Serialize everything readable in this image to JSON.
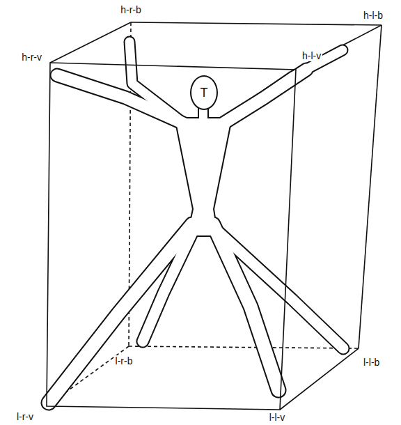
{
  "diagram": {
    "nodes": [
      {
        "text": [
          "T"
        ]
      }
    ],
    "labels": [
      "h-r-b",
      "h-l-b",
      "h-r-v",
      "h-l-v",
      "l-r-b",
      "l-l-b",
      "l-r-v",
      "l-l-v"
    ]
  }
}
